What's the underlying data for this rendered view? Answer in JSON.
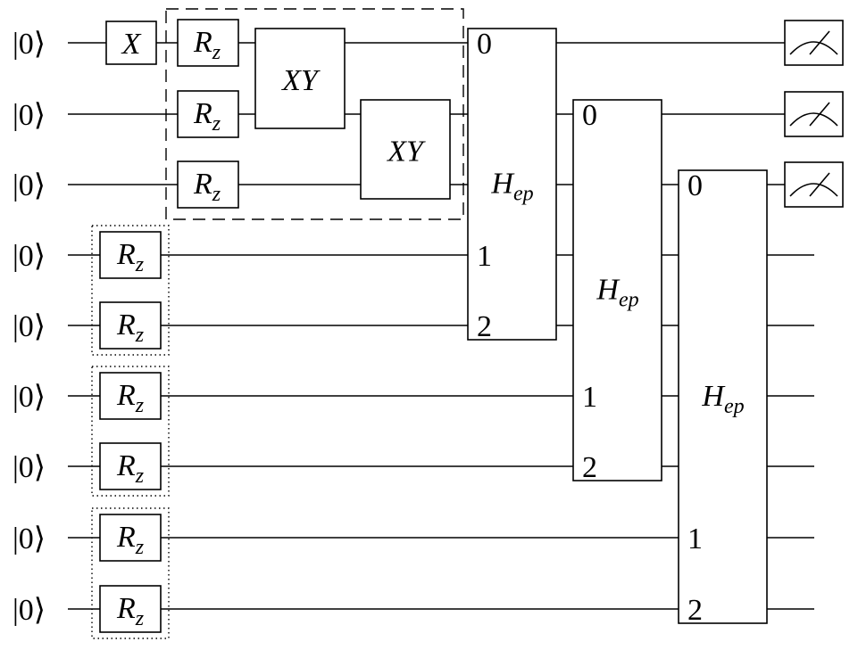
{
  "qubits": [
    {
      "label": "|0⟩"
    },
    {
      "label": "|0⟩"
    },
    {
      "label": "|0⟩"
    },
    {
      "label": "|0⟩"
    },
    {
      "label": "|0⟩"
    },
    {
      "label": "|0⟩"
    },
    {
      "label": "|0⟩"
    },
    {
      "label": "|0⟩"
    },
    {
      "label": "|0⟩"
    }
  ],
  "gates": {
    "x": {
      "name": "X",
      "wire": 0
    },
    "rz": {
      "main": "R",
      "sub": "z"
    },
    "xy": {
      "name": "XY"
    },
    "hep": {
      "main": "H",
      "sub": "ep"
    }
  },
  "rz_top_wires": [
    0,
    1,
    2
  ],
  "rz_group_wires": [
    3,
    4,
    5,
    6,
    7,
    8
  ],
  "xy_gates": [
    {
      "wires": [
        0,
        1
      ]
    },
    {
      "wires": [
        1,
        2
      ]
    }
  ],
  "hep_blocks": [
    {
      "ports": [
        {
          "wire": 0,
          "label": "0"
        },
        {
          "wire": 3,
          "label": "1"
        },
        {
          "wire": 4,
          "label": "2"
        }
      ]
    },
    {
      "ports": [
        {
          "wire": 1,
          "label": "0"
        },
        {
          "wire": 5,
          "label": "1"
        },
        {
          "wire": 6,
          "label": "2"
        }
      ]
    },
    {
      "ports": [
        {
          "wire": 2,
          "label": "0"
        },
        {
          "wire": 7,
          "label": "1"
        },
        {
          "wire": 8,
          "label": "2"
        }
      ]
    }
  ],
  "measured_wires": [
    0,
    1,
    2
  ]
}
